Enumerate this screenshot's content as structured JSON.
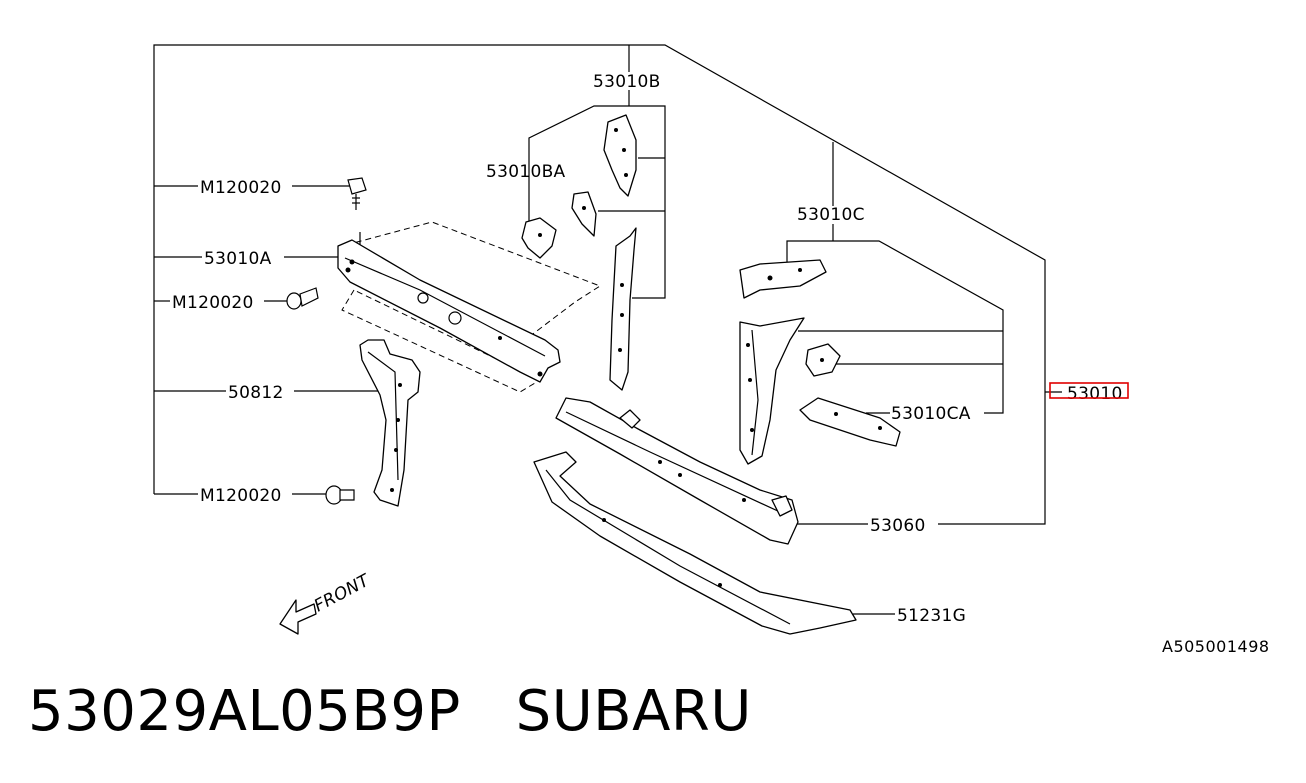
{
  "labels": {
    "p53010B": "53010B",
    "p53010BA": "53010BA",
    "p53010C": "53010C",
    "p53010CA": "53010CA",
    "p53010": "53010",
    "p53010A": "53010A",
    "p50812": "50812",
    "p53060": "53060",
    "p51231G": "51231G",
    "m1": "M120020",
    "m2": "M120020",
    "m3": "M120020"
  },
  "front_label": "FRONT",
  "diagram_ref": "A505001498",
  "caption": {
    "part_number": "53029AL05B9P",
    "brand": "SUBARU"
  },
  "colors": {
    "line": "#000000",
    "highlight": "#e00000",
    "background": "#ffffff"
  }
}
